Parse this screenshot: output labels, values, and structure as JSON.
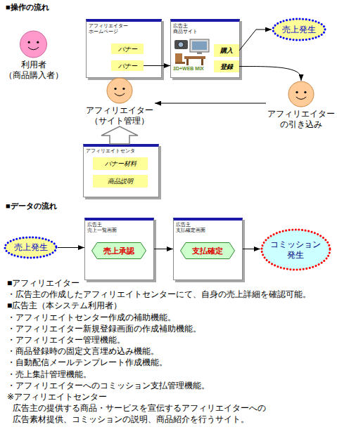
{
  "diagram": {
    "nodes": [
      {
        "text": [
          "利用者 （商品購入者）"
        ]
      },
      {
        "text": [
          "アフィリエイター ホームページ"
        ]
      },
      {
        "text": [
          "バナー"
        ],
        "in": 1
      },
      {
        "text": [
          "バナー"
        ],
        "in": 1
      },
      {
        "text": [
          "広告主 商品サイト"
        ]
      },
      {
        "text": [
          "購入"
        ],
        "in": 4
      },
      {
        "text": [
          "登録"
        ],
        "in": 4
      },
      {
        "text": [
          "売上発生"
        ]
      },
      {
        "text": [
          "アフィリエイター （サイト管理）"
        ]
      },
      {
        "text": [
          "アフィリエイター の引き込み"
        ]
      },
      {
        "text": [
          "アフィリエイトセンタ"
        ]
      },
      {
        "text": [
          "バナー材料"
        ],
        "in": 10
      },
      {
        "text": [
          "商品説明"
        ],
        "in": 10
      },
      {
        "text": [
          "売上発生"
        ]
      },
      {
        "text": [
          "広告主 売上一覧画面"
        ]
      },
      {
        "text": [
          "売上承認"
        ],
        "in": 14
      },
      {
        "text": [
          "広告主 支払確定画面"
        ]
      },
      {
        "text": [
          "支払確定"
        ],
        "in": 16
      },
      {
        "text": [
          "コミッション 発生"
        ]
      }
    ],
    "edges": [
      {
        "from": 3,
        "to": 4,
        "arrow": "to"
      },
      {
        "from": 5,
        "to": 7,
        "arrow": "to"
      },
      {
        "from": 6,
        "to": 9,
        "arrow": "to"
      },
      {
        "from": 9,
        "to": 8,
        "arrow": "to"
      },
      {
        "from": 10,
        "to": 8,
        "arrow": "to"
      },
      {
        "from": 13,
        "to": 14,
        "arrow": "to"
      },
      {
        "from": 14,
        "to": 16,
        "arrow": "to"
      },
      {
        "from": 16,
        "to": 18,
        "arrow": "to"
      }
    ],
    "labels": [
      "■操作の流れ",
      "3D+WEB MIX",
      "■データの流れ",
      "■アフィリエイター",
      "・広告主の作成したアフィリエイトセンターにて、自身の売上詳細を確認可能。",
      "■広告主（本システム利用者）",
      "・アフィリエイトセンター作成の補助機能。",
      "・アフィリエイター新規登録画面の作成補助機能。",
      "・アフィリエイター管理機能。",
      "・商品登録時の固定文言埋め込み機能。",
      "・自動配信メールテンプレート作成機能。",
      "・売上集計管理機能。",
      "・アフィリエイターへのコミッション支払管理機能。",
      "※アフィリエイトセンター",
      "広告主の提供する商品・サービスを宣伝するアフィリエイターへの 広告素材提供、コミッションの説明、商品紹介を行うサイト。"
    ]
  }
}
